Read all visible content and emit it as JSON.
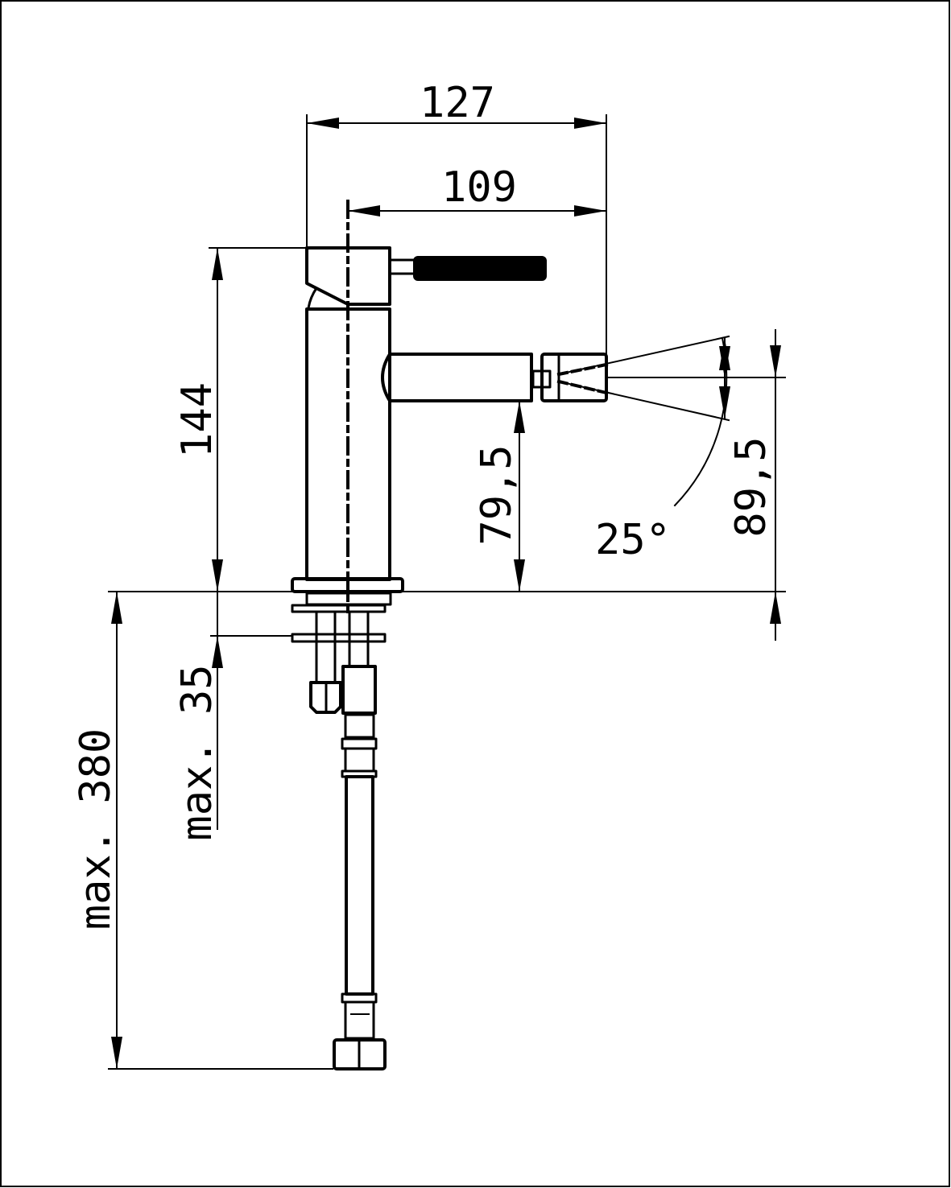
{
  "drawing": {
    "dimensions": {
      "overall_width": "127",
      "spout_reach": "109",
      "lever_height": "144",
      "spout_height": "79,5",
      "aerator_height": "89,5",
      "spray_angle": "25°",
      "max_deck_thickness": "max. 35",
      "max_hose_length": "max. 380"
    },
    "colors": {
      "line": "#000000",
      "background": "#ffffff"
    }
  }
}
